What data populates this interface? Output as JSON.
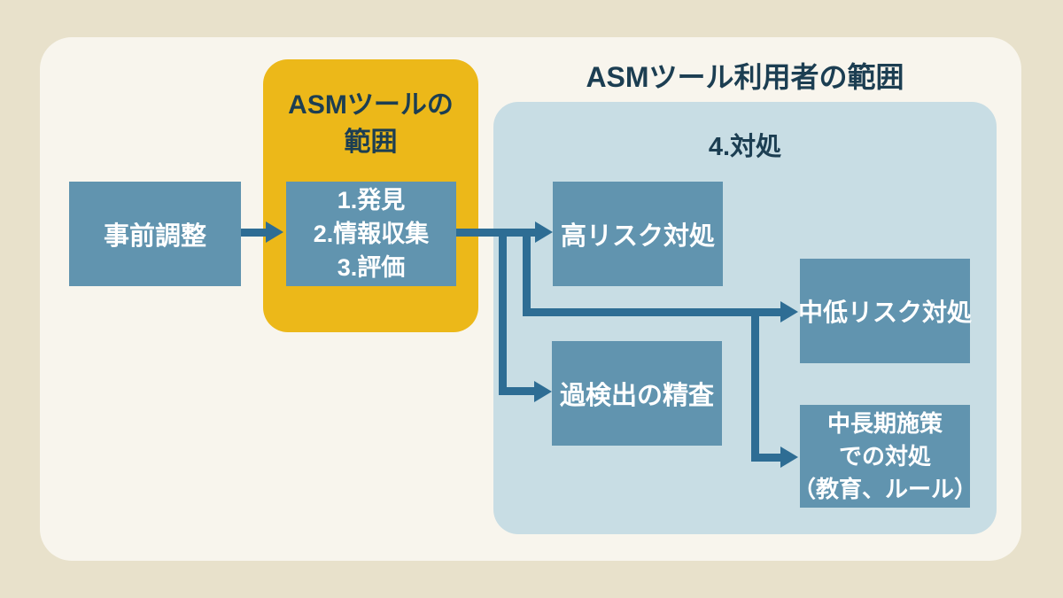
{
  "colors": {
    "page_background": "#e8e1cb",
    "card_background": "#f8f5ed",
    "asm_scope_yellow": "#ecb819",
    "user_scope_light_blue": "#c8dde4",
    "process_box_blue": "#6194af",
    "arrow_blue": "#2e6d94",
    "heading_text": "#1c3e52",
    "box_text": "#ffffff"
  },
  "pre_box": {
    "label": "事前調整"
  },
  "asm_scope": {
    "title_lines": [
      "ASMツールの",
      "範囲"
    ],
    "steps": [
      "1.発見",
      "2.情報収集",
      "3.評価"
    ]
  },
  "user_scope": {
    "title": "ASMツール利用者の範囲",
    "phase_label": "4.対処",
    "high_risk": "高リスク対処",
    "over_detection": "過検出の精査",
    "mid_low_risk": "中低リスク対処",
    "long_term_lines": [
      "中長期施策",
      "での対処",
      "（教育、ルール）"
    ]
  },
  "connections": [
    {
      "from": "事前調整",
      "to": "1.発見 2.情報収集 3.評価"
    },
    {
      "from": "1.発見 2.情報収集 3.評価",
      "to": "高リスク対処"
    },
    {
      "from": "1.発見 2.情報収集 3.評価",
      "to": "過検出の精査"
    },
    {
      "from": "1.発見 2.情報収集 3.評価",
      "to": "中低リスク対処"
    },
    {
      "from": "中低リスク対処分岐",
      "to": "中長期施策での対処（教育、ルール）"
    }
  ]
}
